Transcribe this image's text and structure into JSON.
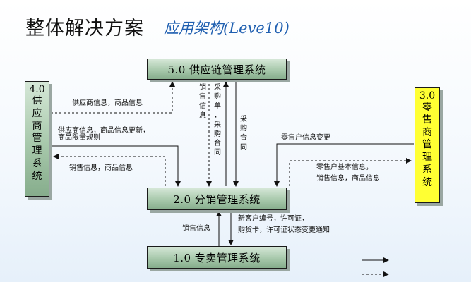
{
  "title": {
    "main": "整体解决方案",
    "sub": "应用架构(Leve10)"
  },
  "boxes": {
    "supply_chain": "5.0 供应链管理系统",
    "distribution": "2.0 分销管理系统",
    "monopoly": "1.0 专卖管理系统",
    "supplier_num": "4.0",
    "supplier_chars": [
      "供",
      "应",
      "商",
      "管",
      "理",
      "系",
      "统"
    ],
    "retailer_num": "3.0",
    "retailer_chars": [
      "零",
      "售",
      "商",
      "管",
      "理",
      "系",
      "统"
    ]
  },
  "labels": {
    "supplier_info_1": "供应商信息，商品信息",
    "supplier_info_2_line1": "供应商信息，商品信息更新，",
    "supplier_info_2_line2": "商品限量规则",
    "sales_info_left": "销售信息，商品信息",
    "retailer_change": "零售户信息变更",
    "retailer_basic_line1": "零售户基本信息，",
    "retailer_basic_line2": "销售信息，商品信息",
    "sales_info_bottom": "销售信息",
    "new_customer_line1": "新客户编号，许可证，",
    "new_customer_line2": "购货卡，许可证状态变更通知",
    "v_sales_info": [
      "销",
      "售",
      "信",
      "息"
    ],
    "v_purchase_order": [
      "采",
      "购",
      "单",
      "，",
      "采",
      "购",
      "合",
      "同"
    ],
    "v_purchase_contract": [
      "采",
      "购",
      "合",
      "同"
    ]
  },
  "colors": {
    "box_green": "#a7c8ab",
    "box_yellow": "#ffff33",
    "title_sub": "#1f5fb0"
  }
}
